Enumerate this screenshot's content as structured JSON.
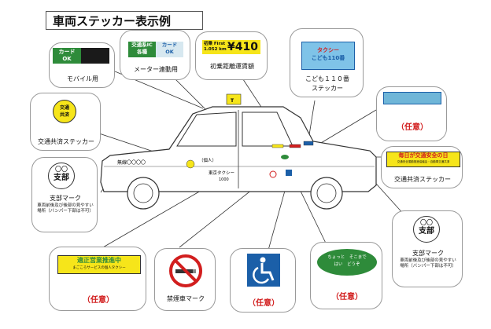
{
  "title": "車両ステッカー表示例",
  "mobile": {
    "left_top": "カード",
    "left_bottom": "OK",
    "caption": "モバイル用"
  },
  "meter": {
    "left_top": "交通系IC",
    "left_bottom": "各種",
    "right_top": "カード",
    "right_bottom": "OK",
    "caption": "メーター連動用"
  },
  "fare": {
    "label_top": "初乗 First",
    "label_bottom": "1.052 km",
    "price": "¥410",
    "caption": "初乗距離運賃額"
  },
  "kodomo": {
    "sticker_top": "タクシー",
    "sticker_bottom": "こども110番",
    "caption_top": "こども１１０番",
    "caption_bottom": "ステッカー"
  },
  "kyosai": {
    "top": "交通",
    "bottom": "共済",
    "caption": "交通共済ステッカー"
  },
  "shibu_left": {
    "circle_top": "〇〇",
    "circle_bottom": "支部",
    "caption": "支部マーク",
    "note": "車両前後及び後部の見やすい場所（バンパー下部は不可）"
  },
  "shibu_right": {
    "circle_top": "〇〇",
    "circle_bottom": "支部",
    "caption": "支部マーク",
    "note": "車両前後及び後部の見やすい場所（バンパー下部は不可）"
  },
  "optional": "（任意）",
  "safety": {
    "main": "毎日が交通安全の日",
    "sub": "交通安全運動推進協議会・自動車交通共済",
    "caption": "交通共済ステッカー"
  },
  "tekisei": {
    "main": "適正営業推進中",
    "sub": "まごころサービスの個人タクシー"
  },
  "nosmoke": {
    "caption": "禁煙車マーク"
  },
  "wheelchair": {},
  "chotto": {
    "top": "ちょっと　そこまで",
    "bottom": "はい　どうぞ"
  },
  "car": {
    "plate": "無線〇〇〇〇",
    "door": "東京タクシー",
    "door_sub": "1000",
    "roof": "（個人）"
  },
  "colors": {
    "yellow": "#f6e51a",
    "green": "#2e8b3a",
    "blue": "#1b5fa8",
    "red": "#d21e1e"
  }
}
